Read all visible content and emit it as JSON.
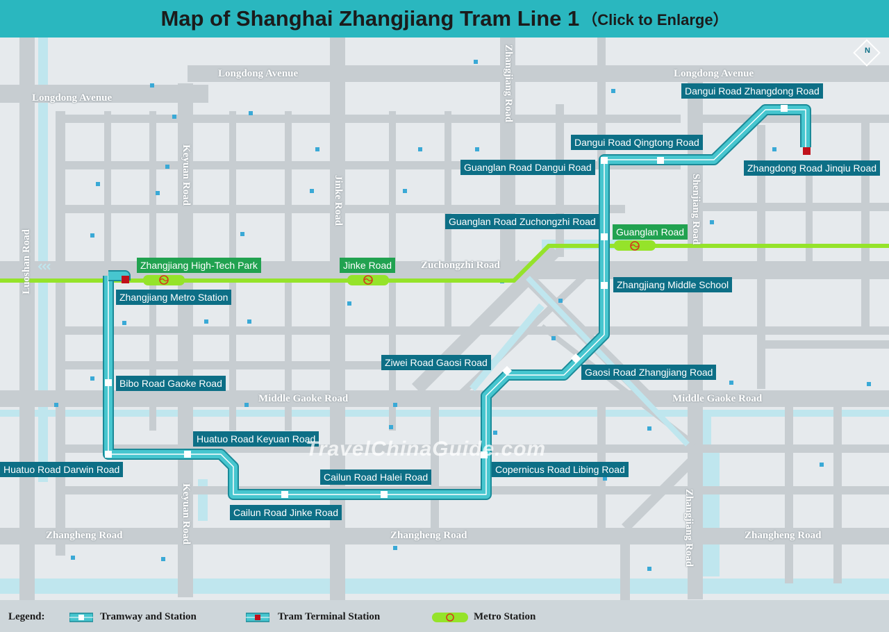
{
  "header": {
    "title": "Map of Shanghai Zhangjiang Tram Line 1",
    "subtitle": "（Click to Enlarge）"
  },
  "compass": {
    "letter": "N"
  },
  "roads": {
    "longdong_avenue_left": "Longdong Avenue",
    "longdong_avenue_mid": "Longdong Avenue",
    "longdong_avenue_right": "Longdong Avenue",
    "zuchongzhi_road": "Zuchongzhi Road",
    "middle_gaoke_road_left": "Middle Gaoke Road",
    "middle_gaoke_road_right": "Middle Gaoke Road",
    "zhangheng_road_left": "Zhangheng Road",
    "zhangheng_road_mid": "Zhangheng Road",
    "zhangheng_road_right": "Zhangheng Road",
    "luoshan_road": "Luoshan Road",
    "keyuan_road_top": "Keyuan Road",
    "keyuan_road_bottom": "Keyuan Road",
    "jinke_road": "Jinke Road",
    "zhangjiang_road_top": "Zhangjiang Road",
    "zhangjiang_road_bottom": "Zhangjiang Road",
    "shenjiang_road": "Shenjiang Road"
  },
  "tram_stations": {
    "dangui_zhangdong": "Dangui Road Zhangdong Road",
    "dangui_qingtong": "Dangui Road Qingtong Road",
    "zhangdong_jinqiu": "Zhangdong Road Jinqiu Road",
    "guanglan_dangui": "Guanglan Road Dangui Road",
    "guanglan_zuchongzhi": "Guanglan Road Zuchongzhi Road",
    "zhangjiang_middle_school": "Zhangjiang Middle School",
    "zhangjiang_metro_station": "Zhangjiang Metro Station",
    "ziwei_gaosi": "Ziwei Road Gaosi Road",
    "gaosi_zhangjiang": "Gaosi Road Zhangjiang Road",
    "bibo_gaoke": "Bibo Road Gaoke Road",
    "huatuo_keyuan": "Huatuo Road Keyuan Road",
    "huatuo_darwin": "Huatuo Road Darwin Road",
    "cailun_halei": "Cailun Road Halei Road",
    "copernicus_libing": "Copernicus Road Libing Road",
    "cailun_jinke": "Cailun Road Jinke Road"
  },
  "metro_stations": {
    "zhangjiang_high_tech_park": "Zhangjiang High-Tech Park",
    "jinke_road": "Jinke Road",
    "guanglan_road": "Guanglan Road"
  },
  "watermark": "TravelChinaGuide.com",
  "legend": {
    "title": "Legend:",
    "tramway": "Tramway and Station",
    "terminal": "Tram Terminal Station",
    "metro": "Metro Station"
  },
  "colors": {
    "header": "#2ab7bf",
    "tram_line": "#47c6cf",
    "tram_outline": "#1a8a98",
    "station_label": "#0d6f86",
    "metro_label": "#21a250",
    "metro_line": "#95e32a",
    "terminal": "#c0111b",
    "road": "#c7cdd1",
    "canal": "#bfe6ee",
    "background": "#e6eaed"
  }
}
